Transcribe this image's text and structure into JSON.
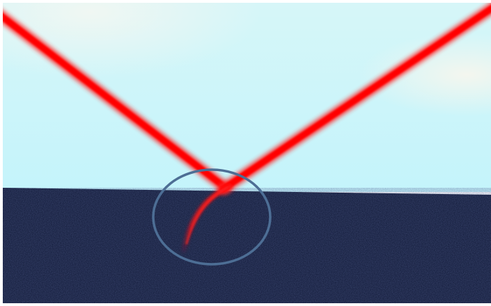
{
  "scene": {
    "description_free": true,
    "colors": {
      "sky_top": "#d8f6f9",
      "sky": "#c6f5fb",
      "sky_highlight": "#eef8f2",
      "ground": "#0e1634",
      "ground_grain": "#1b2550",
      "beam_core": "#ff0a0a",
      "beam_glow": "#ff3a3a",
      "evanescent": "#e8141c",
      "circle_stroke": "#4d6e95",
      "frame": "#ffffff"
    },
    "elements": {
      "left_beam": "incident-laser-beam",
      "right_beam": "reflected-laser-beam",
      "curved_tail": "goos-haenchen-shift-tail",
      "circle": "highlight-circle"
    }
  }
}
